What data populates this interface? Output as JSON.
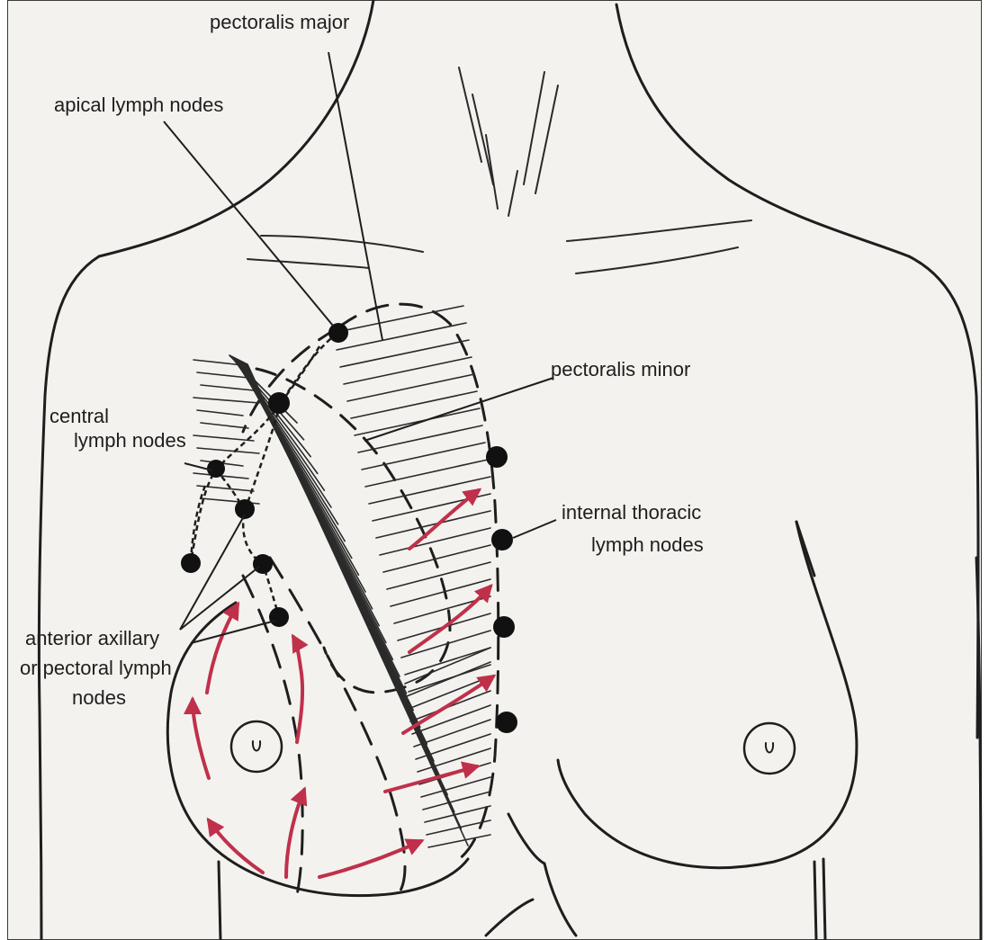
{
  "labels": {
    "pectoralis_major": "pectoralis major",
    "apical": "apical lymph nodes",
    "central_1": "central",
    "central_2": "lymph nodes",
    "pectoralis_minor": "pectoralis minor",
    "internal_1": "internal thoracic",
    "internal_2": "lymph nodes",
    "anterior_1": "anterior axillary",
    "anterior_2": "or pectoral lymph",
    "anterior_3": "nodes"
  },
  "colors": {
    "ink": "#1e1e1e",
    "arrow": "#c0304a",
    "paper": "#f3f2ee"
  }
}
